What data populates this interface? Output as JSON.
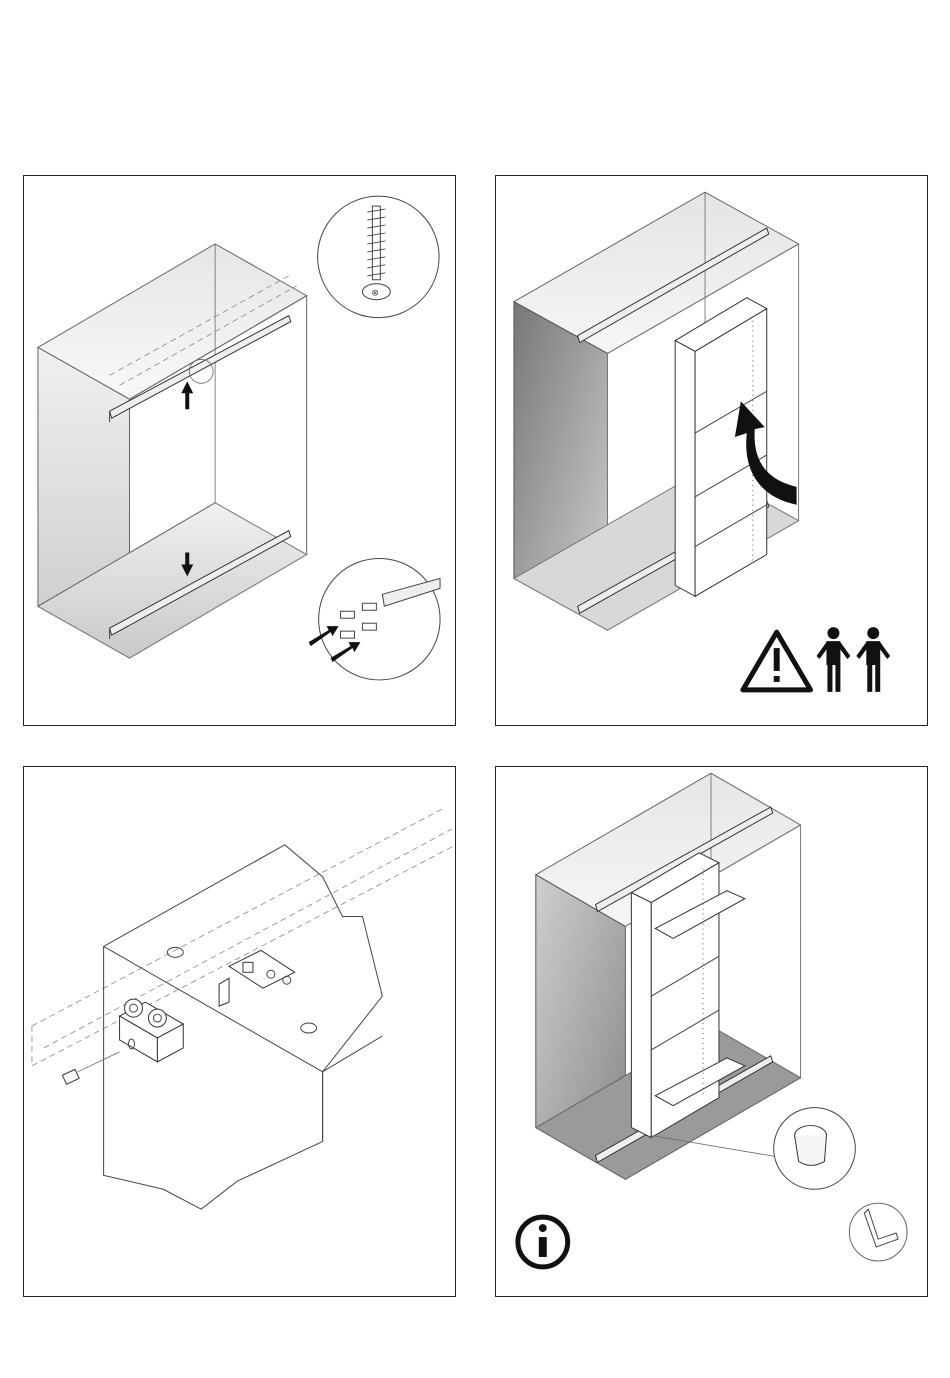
{
  "steps": [
    {
      "id": "step-1",
      "illustration": "mount-top-and-bottom-rails",
      "icons": [
        "screw-detail-icon",
        "rail-end-clip-detail-icon"
      ]
    },
    {
      "id": "step-2",
      "illustration": "lift-frame-into-cabinet",
      "icons": [
        "warning-icon",
        "two-person-icon"
      ]
    },
    {
      "id": "step-3",
      "illustration": "attach-roller-fitting",
      "icons": [
        "roller-icon",
        "bolt-icon"
      ]
    },
    {
      "id": "step-4",
      "illustration": "frame-with-shelves-installed",
      "icons": [
        "info-icon",
        "stopper-detail-icon",
        "hex-key-icon"
      ]
    }
  ],
  "colors": {
    "line": "#444444",
    "shade": "#cfcfcf",
    "dark": "#111111"
  }
}
